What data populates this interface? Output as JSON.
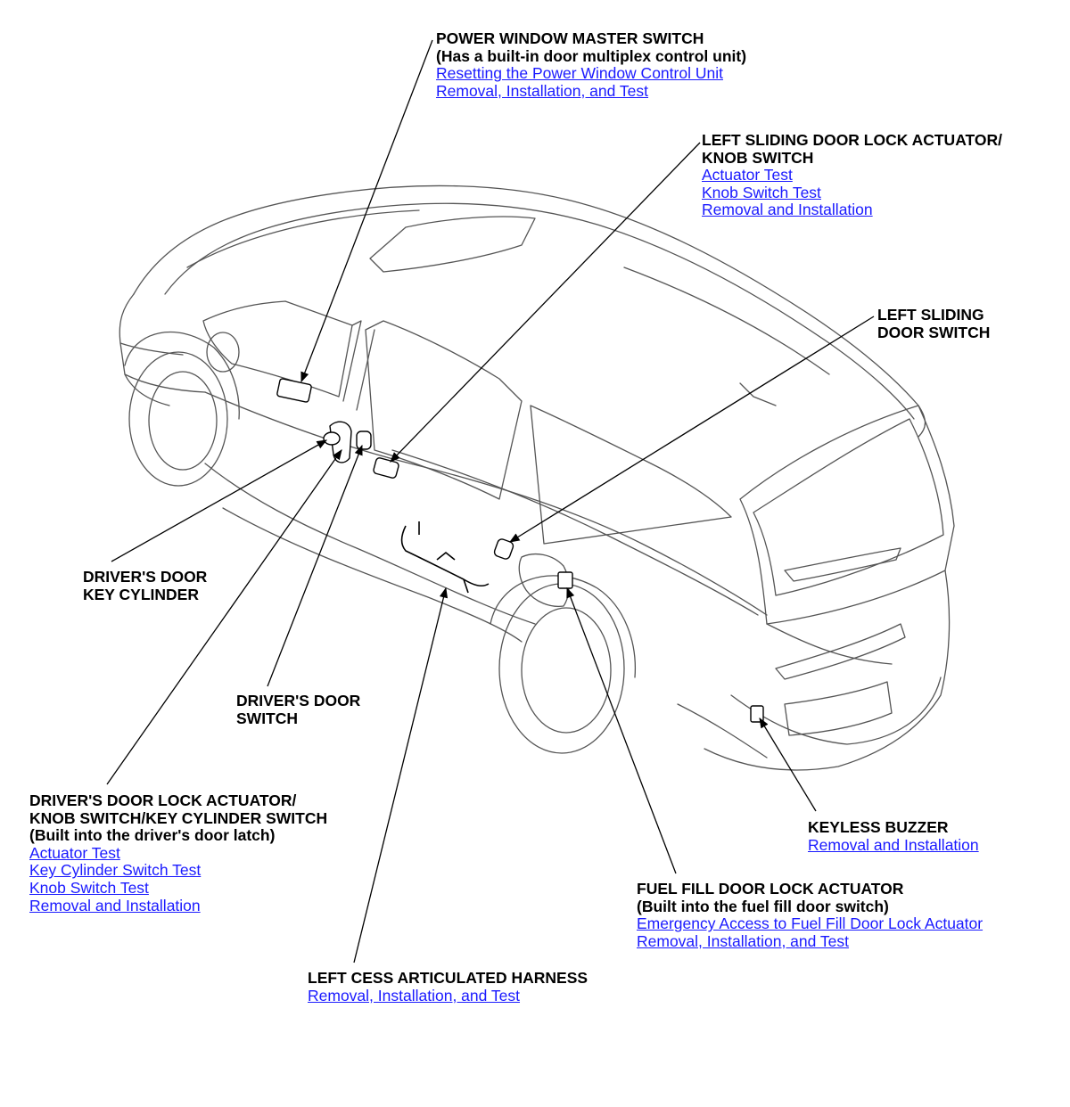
{
  "callouts": {
    "power_window": {
      "title_lines": [
        "POWER WINDOW MASTER SWITCH"
      ],
      "note": "(Has a built-in door multiplex control unit)",
      "links": [
        "Resetting the Power Window Control Unit",
        "Removal, Installation, and Test"
      ]
    },
    "sliding_door_actuator": {
      "title_lines": [
        "LEFT SLIDING DOOR LOCK ACTUATOR/",
        "KNOB SWITCH"
      ],
      "links": [
        "Actuator Test",
        "Knob Switch Test",
        "Removal and Installation"
      ]
    },
    "sliding_door_switch": {
      "title_lines": [
        "LEFT SLIDING",
        "DOOR SWITCH"
      ]
    },
    "key_cylinder": {
      "title_lines": [
        "DRIVER'S DOOR",
        "KEY CYLINDER"
      ]
    },
    "door_switch": {
      "title_lines": [
        "DRIVER'S DOOR",
        "SWITCH"
      ]
    },
    "door_lock_actuator": {
      "title_lines": [
        "DRIVER'S DOOR LOCK ACTUATOR/",
        "KNOB SWITCH/KEY CYLINDER SWITCH"
      ],
      "note": "(Built into the driver's door latch)",
      "links": [
        "Actuator Test",
        "Key Cylinder Switch Test",
        "Knob Switch Test",
        "Removal and Installation"
      ]
    },
    "keyless_buzzer": {
      "title_lines": [
        "KEYLESS BUZZER"
      ],
      "links": [
        "Removal and Installation"
      ]
    },
    "fuel_fill": {
      "title_lines": [
        "FUEL FILL DOOR LOCK ACTUATOR"
      ],
      "note": "(Built into the fuel fill door switch)",
      "links": [
        "Emergency Access to Fuel Fill Door Lock Actuator",
        "Removal, Installation, and Test"
      ]
    },
    "cess_harness": {
      "title_lines": [
        "LEFT CESS ARTICULATED HARNESS"
      ],
      "links": [
        "Removal, Installation, and Test"
      ]
    }
  },
  "colors": {
    "link": "#1a1aff",
    "line": "#000000",
    "car_outline": "#555555"
  }
}
